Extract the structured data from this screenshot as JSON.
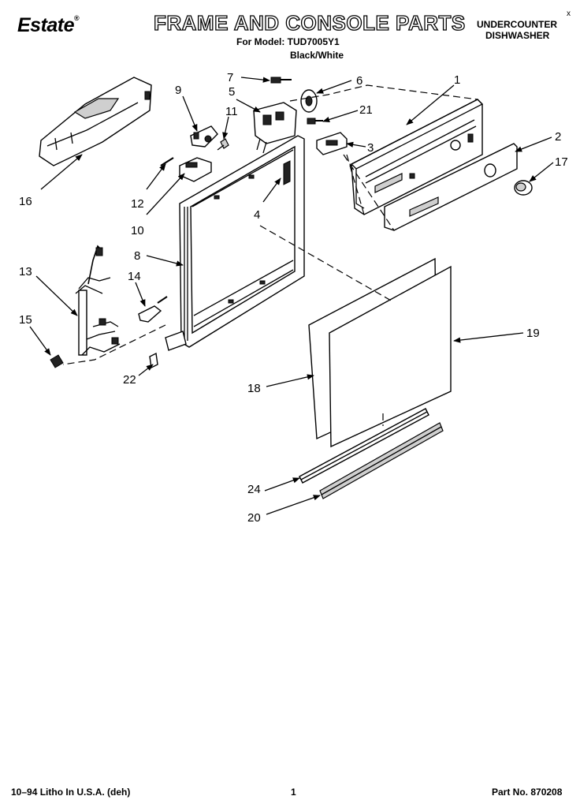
{
  "header": {
    "brand": "Estate",
    "brand_mark": "®",
    "title": "FRAME AND CONSOLE PARTS",
    "model_line": "For Model: TUD7005Y1",
    "color_line": "Black/White",
    "product_line1": "UNDERCOUNTER",
    "product_line2": "DISHWASHER",
    "corner_mark": "x"
  },
  "callouts": [
    {
      "id": "c7",
      "label": "7"
    },
    {
      "id": "c6",
      "label": "6"
    },
    {
      "id": "c1",
      "label": "1"
    },
    {
      "id": "c9",
      "label": "9"
    },
    {
      "id": "c5",
      "label": "5"
    },
    {
      "id": "c11",
      "label": "11"
    },
    {
      "id": "c21",
      "label": "21"
    },
    {
      "id": "c3",
      "label": "3"
    },
    {
      "id": "c2",
      "label": "2"
    },
    {
      "id": "c17",
      "label": "17"
    },
    {
      "id": "c16",
      "label": "16"
    },
    {
      "id": "c12",
      "label": "12"
    },
    {
      "id": "c4",
      "label": "4"
    },
    {
      "id": "c10",
      "label": "10"
    },
    {
      "id": "c8",
      "label": "8"
    },
    {
      "id": "c13",
      "label": "13"
    },
    {
      "id": "c14",
      "label": "14"
    },
    {
      "id": "c15",
      "label": "15"
    },
    {
      "id": "c19",
      "label": "19"
    },
    {
      "id": "c22",
      "label": "22"
    },
    {
      "id": "c18",
      "label": "18"
    },
    {
      "id": "c24",
      "label": "24"
    },
    {
      "id": "c20",
      "label": "20"
    }
  ],
  "footer": {
    "litho": "10–94 Litho In U.S.A. (deh)",
    "page": "1",
    "part_no": "Part No. 870208"
  }
}
